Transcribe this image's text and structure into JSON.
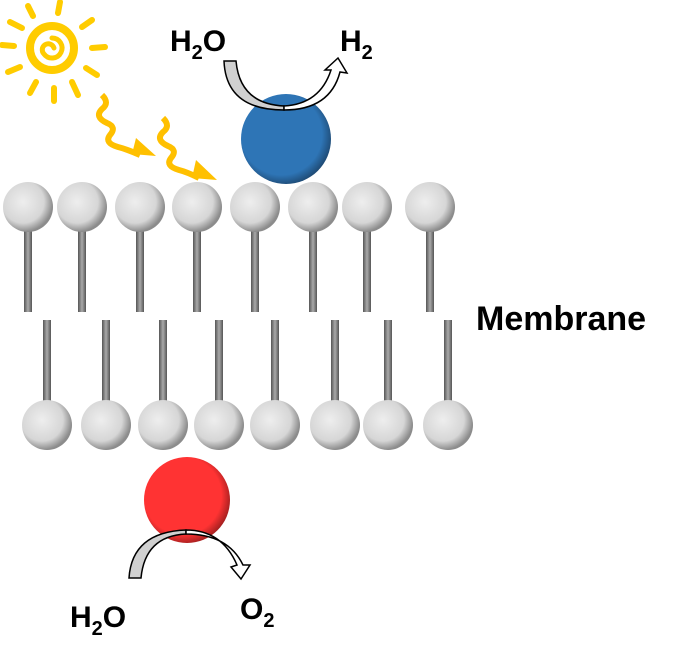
{
  "colors": {
    "sun": "#FFCC00",
    "light_arrow": "#FFC000",
    "blue_catalyst": "#2E75B6",
    "red_catalyst": "#FF3333",
    "lipid_head": "#D9D9D9",
    "lipid_tail": "#7F7F7F"
  },
  "labels": {
    "top_reactant": {
      "a": "H",
      "sub": "2",
      "b": "O"
    },
    "top_product": {
      "a": "H",
      "sub": "2"
    },
    "membrane": "Membrane",
    "bottom_reactant": {
      "a": "H",
      "sub": "2",
      "b": "O"
    },
    "bottom_product": {
      "a": "O",
      "sub": "2"
    }
  },
  "icons": [
    "sun-icon",
    "light-ray-icon",
    "reaction-arrow-icon"
  ]
}
